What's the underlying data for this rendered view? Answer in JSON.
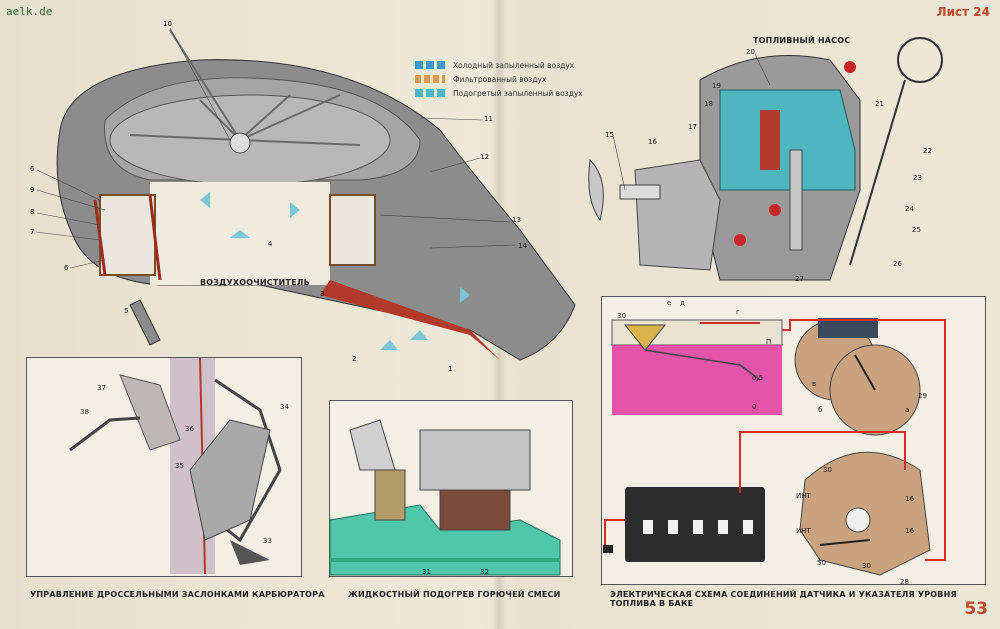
{
  "watermark": "aelk.de",
  "sheet": "Лист 24",
  "page_number": "53",
  "legend": {
    "items": [
      {
        "label": "Холодный запыленный воздух",
        "color": "#3a9ad0"
      },
      {
        "label": "Фильтрованный воздух",
        "color": "#e59a4a"
      },
      {
        "label": "Подогретый запыленный воздух",
        "color": "#4fb8c8"
      }
    ]
  },
  "titles": {
    "air_cleaner": "ВОЗДУХООЧИСТИТЕЛЬ",
    "fuel_pump": "ТОПЛИВНЫЙ НАСОС",
    "throttle": "УПРАВЛЕНИЕ ДРОССЕЛЬНЫМИ ЗАСЛОНКАМИ КАРБЮРАТОРА",
    "heating": "ЖИДКОСТНЫЙ ПОДОГРЕВ ГОРЮЧЕЙ СМЕСИ",
    "electric": "ЭЛЕКТРИЧЕСКАЯ СХЕМА СОЕДИНЕНИЙ  ДАТЧИКА  И УКАЗАТЕЛЯ УРОВНЯ ТОПЛИВА В БАКЕ"
  },
  "callouts": {
    "air": [
      "10",
      "11",
      "12",
      "6",
      "9",
      "8",
      "7",
      "6",
      "5",
      "4",
      "3",
      "13",
      "14",
      "2",
      "1"
    ],
    "pump": [
      "15",
      "16",
      "17",
      "18",
      "19",
      "20",
      "21",
      "22",
      "23",
      "24",
      "25",
      "26",
      "27"
    ],
    "throttle": [
      "37",
      "38",
      "36",
      "34",
      "35",
      "33"
    ],
    "heating": [
      "31",
      "32"
    ],
    "electric": [
      "30",
      "е",
      "д",
      "г",
      "П",
      "0,5",
      "0",
      "29",
      "в",
      "б",
      "а",
      "28",
      "30",
      "16",
      "16",
      "ИНТ",
      "ИНТ",
      "50",
      "30"
    ]
  },
  "colors": {
    "wire": "#d62b2b",
    "fuel": "#e03aa0",
    "coolant": "#3bc49a",
    "accent": "#c04a2a"
  }
}
